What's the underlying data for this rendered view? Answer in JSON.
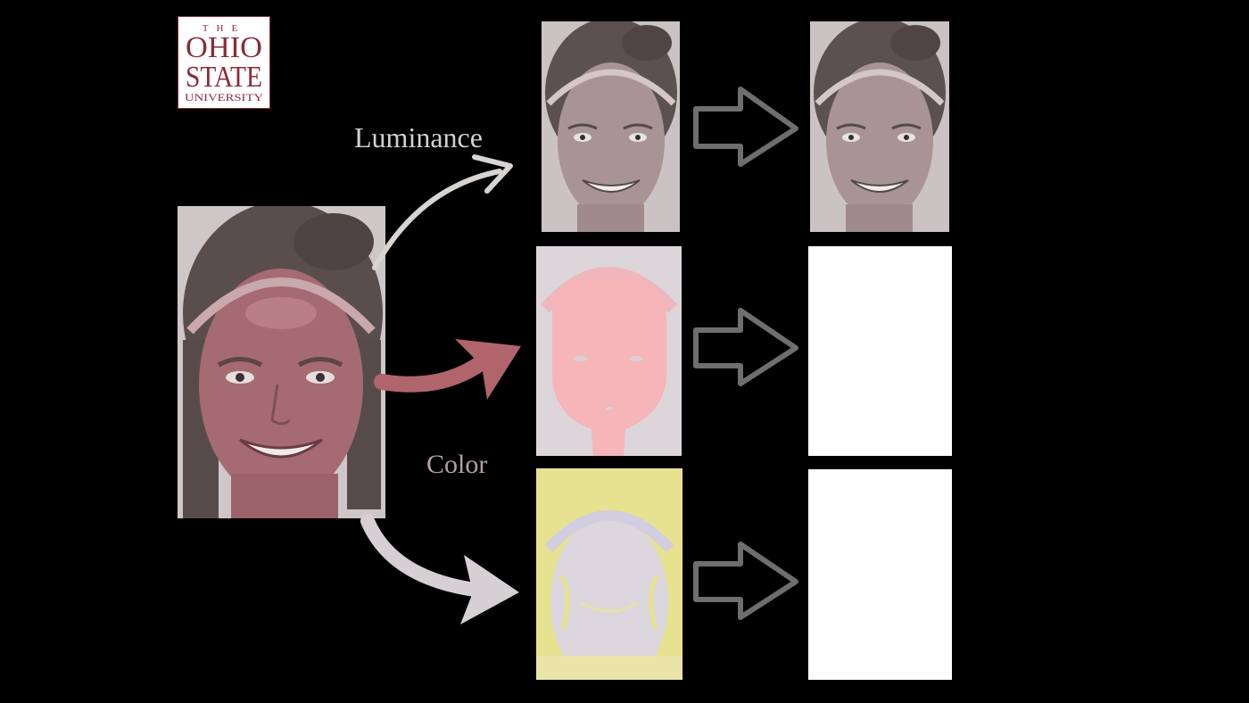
{
  "logo": {
    "line1": "THE",
    "line2": "OHIO",
    "line3": "STATE",
    "line4": "UNIVERSITY",
    "color": "#8c2b3a"
  },
  "labels": {
    "luminance": "Luminance",
    "color": "Color"
  },
  "colors": {
    "background": "#000000",
    "luminance_arrow": "#d8d4d2",
    "color_arrow_pink": "#b0646c",
    "color_arrow_white": "#d6d0d4",
    "pipeline_arrow": "#6e6e6e",
    "pink_channel": "#f4b6ba",
    "yellow_channel": "#ece38a"
  },
  "icons": {
    "curved_arrows": "curved-arrow-icon",
    "pipeline_arrows": "hollow-right-arrow-icon"
  }
}
